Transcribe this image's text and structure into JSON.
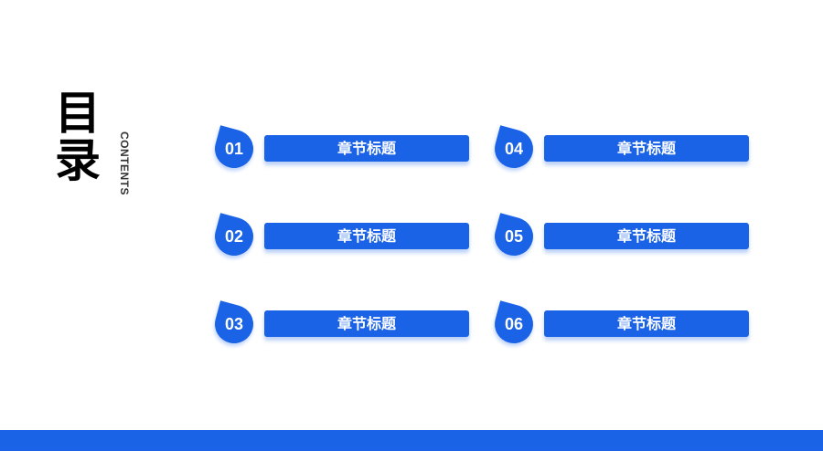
{
  "heading": {
    "title": "目录",
    "subtitle": "CONTENTS"
  },
  "items": [
    {
      "num": "01",
      "label": "章节标题"
    },
    {
      "num": "02",
      "label": "章节标题"
    },
    {
      "num": "03",
      "label": "章节标题"
    },
    {
      "num": "04",
      "label": "章节标题"
    },
    {
      "num": "05",
      "label": "章节标题"
    },
    {
      "num": "06",
      "label": "章节标题"
    }
  ],
  "colors": {
    "accent": "#1a62e6"
  }
}
